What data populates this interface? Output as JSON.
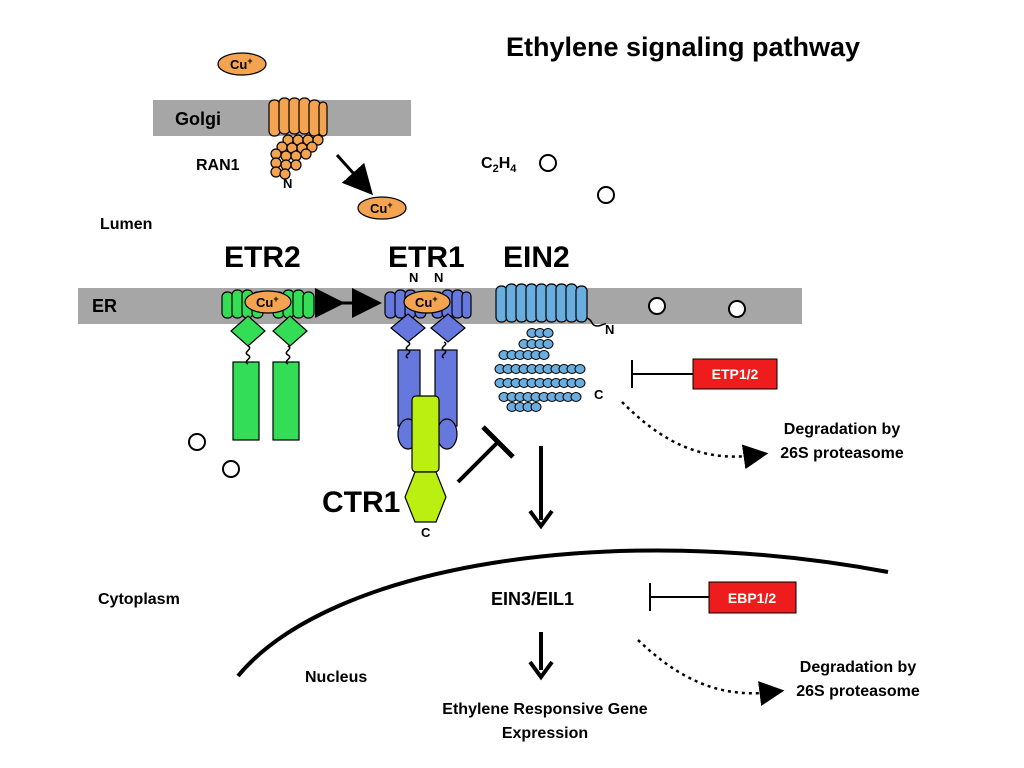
{
  "title": "Ethylene signaling pathway",
  "compartments": {
    "golgi": "Golgi",
    "er": "ER",
    "lumen": "Lumen",
    "cytoplasm": "Cytoplasm",
    "nucleus": "Nucleus"
  },
  "proteins": {
    "ran1": "RAN1",
    "etr2": "ETR2",
    "etr1": "ETR1",
    "ein2": "EIN2",
    "ctr1": "CTR1",
    "ein3": "EIN3/EIL1"
  },
  "ligand": {
    "base": "C",
    "sub1": "2",
    "mid": "H",
    "sub2": "4"
  },
  "copper": {
    "base": "Cu",
    "sup": "+"
  },
  "termini": {
    "n": "N",
    "c": "C"
  },
  "regulators": {
    "etp": {
      "label": "ETP1/2",
      "color": "#ee1c1c"
    },
    "ebp": {
      "label": "EBP1/2",
      "color": "#ee1c1c"
    }
  },
  "degradation": {
    "line1": "Degradation by",
    "line2": "26S proteasome"
  },
  "output": {
    "line1": "Ethylene Responsive Gene",
    "line2": "Expression"
  },
  "colors": {
    "membrane": "#a6a6a6",
    "ran1": "#f4a451",
    "etr2": "#33dd55",
    "etr1": "#6677dd",
    "ein2": "#6aaee0",
    "ctr1": "#bbee11",
    "copper": "#f4a451"
  }
}
